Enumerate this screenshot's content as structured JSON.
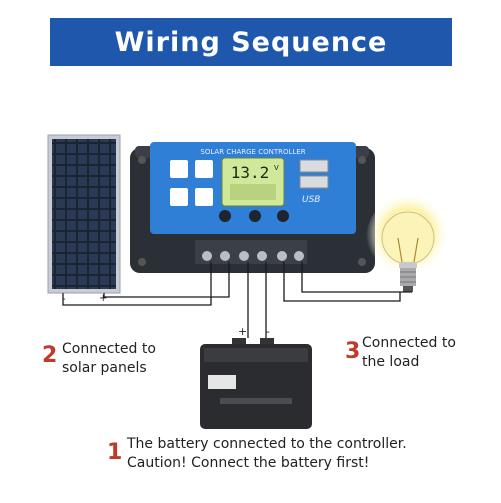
{
  "title": "Wiring Sequence",
  "controller": {
    "label": "SOLAR CHARGE CONTROLLER",
    "display_value": "13.2",
    "display_unit": "V",
    "usb_label": "USB"
  },
  "steps": [
    {
      "number": "1",
      "line1": "The battery connected to the controller.",
      "line2": "Caution! Connect the battery first!"
    },
    {
      "number": "2",
      "line1": "Connected to",
      "line2": "solar panels"
    },
    {
      "number": "3",
      "line1": "Connected to",
      "line2": "the load"
    }
  ],
  "polarity": {
    "plus": "+",
    "minus": "-"
  },
  "colors": {
    "banner": "#1f57ad",
    "controller_face": "#2f7fd6",
    "step_number": "#c0392b"
  }
}
